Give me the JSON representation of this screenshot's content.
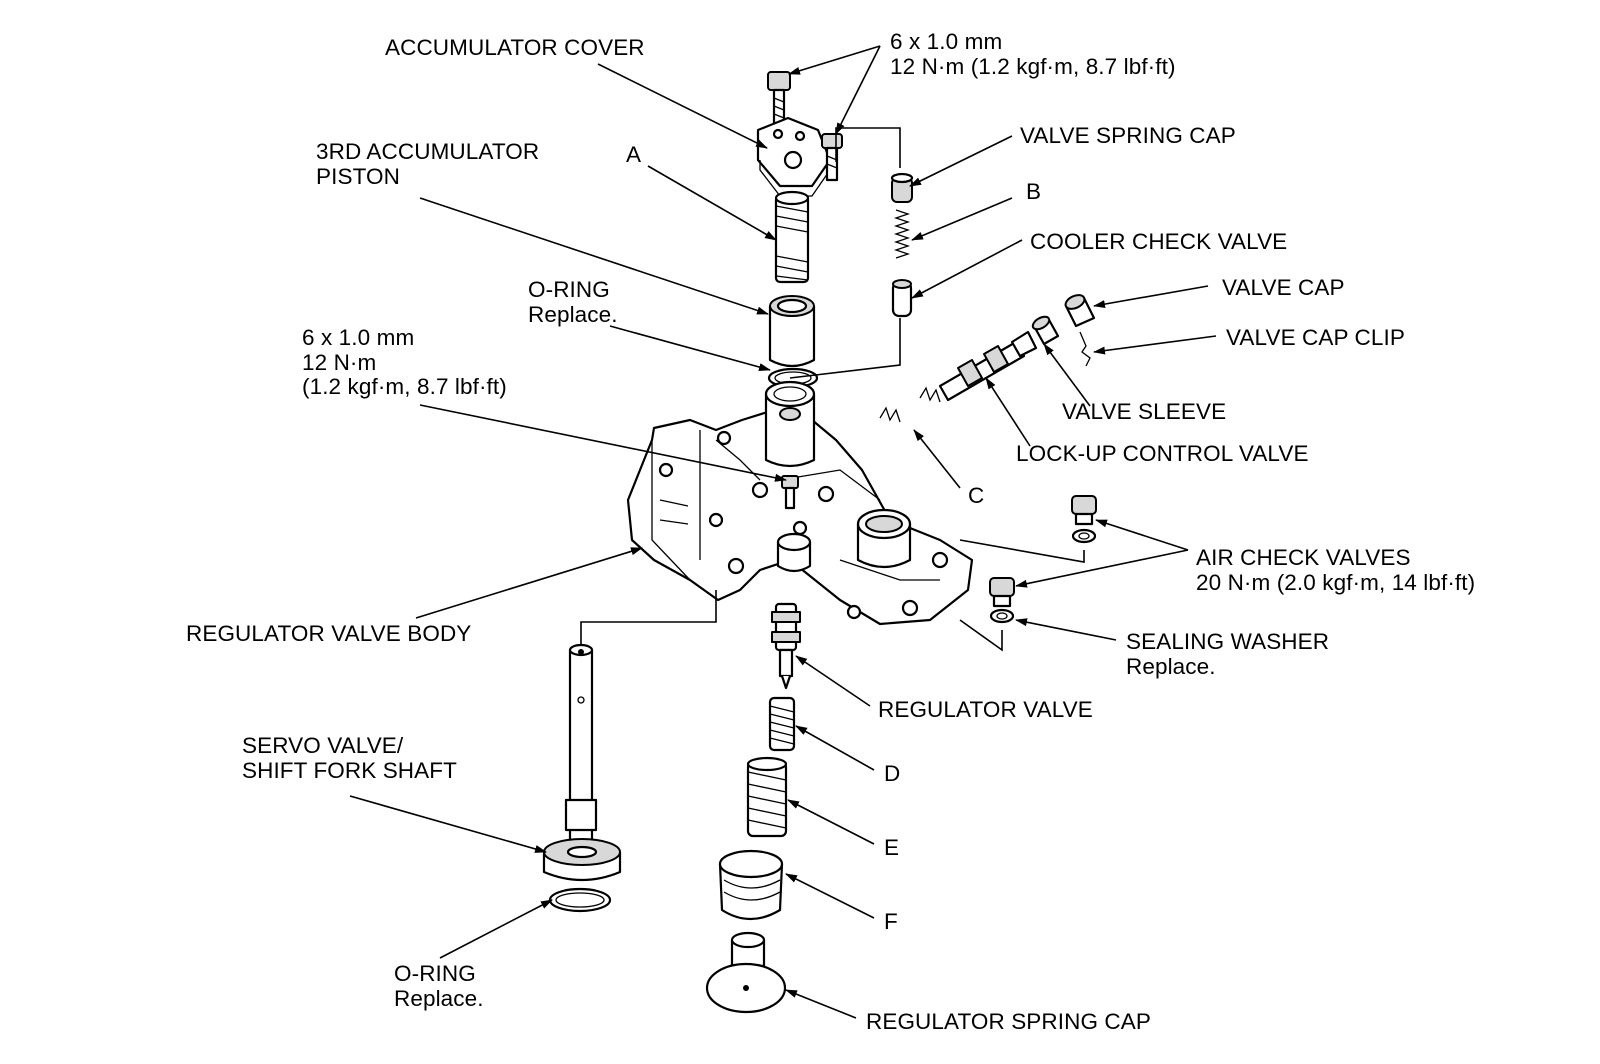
{
  "labels": {
    "accumulator_cover": "ACCUMULATOR COVER",
    "bolt_top_spec_1": "6 x 1.0 mm",
    "bolt_top_spec_2": "12 N·m (1.2 kgf·m, 8.7 lbf·ft)",
    "piston_1": "3RD ACCUMULATOR",
    "piston_2": "PISTON",
    "callout_a": "A",
    "valve_spring_cap": "VALVE SPRING CAP",
    "callout_b": "B",
    "cooler_check_valve": "COOLER CHECK VALVE",
    "oring_top_1": "O-RING",
    "oring_top_2": "Replace.",
    "valve_cap": "VALVE CAP",
    "valve_cap_clip": "VALVE CAP CLIP",
    "bolt_mid_spec_1": "6 x 1.0 mm",
    "bolt_mid_spec_2": "12 N·m",
    "bolt_mid_spec_3": "(1.2 kgf·m, 8.7 lbf·ft)",
    "valve_sleeve": "VALVE SLEEVE",
    "lockup_control_valve": "LOCK-UP CONTROL VALVE",
    "callout_c": "C",
    "air_check_valves_1": "AIR CHECK VALVES",
    "air_check_valves_2": "20 N·m (2.0 kgf·m, 14 lbf·ft)",
    "regulator_valve_body": "REGULATOR VALVE BODY",
    "sealing_washer_1": "SEALING WASHER",
    "sealing_washer_2": "Replace.",
    "regulator_valve": "REGULATOR VALVE",
    "servo_1": "SERVO VALVE/",
    "servo_2": "SHIFT FORK SHAFT",
    "callout_d": "D",
    "callout_e": "E",
    "callout_f": "F",
    "oring_bottom_1": "O-RING",
    "oring_bottom_2": "Replace.",
    "regulator_spring_cap": "REGULATOR SPRING CAP"
  }
}
